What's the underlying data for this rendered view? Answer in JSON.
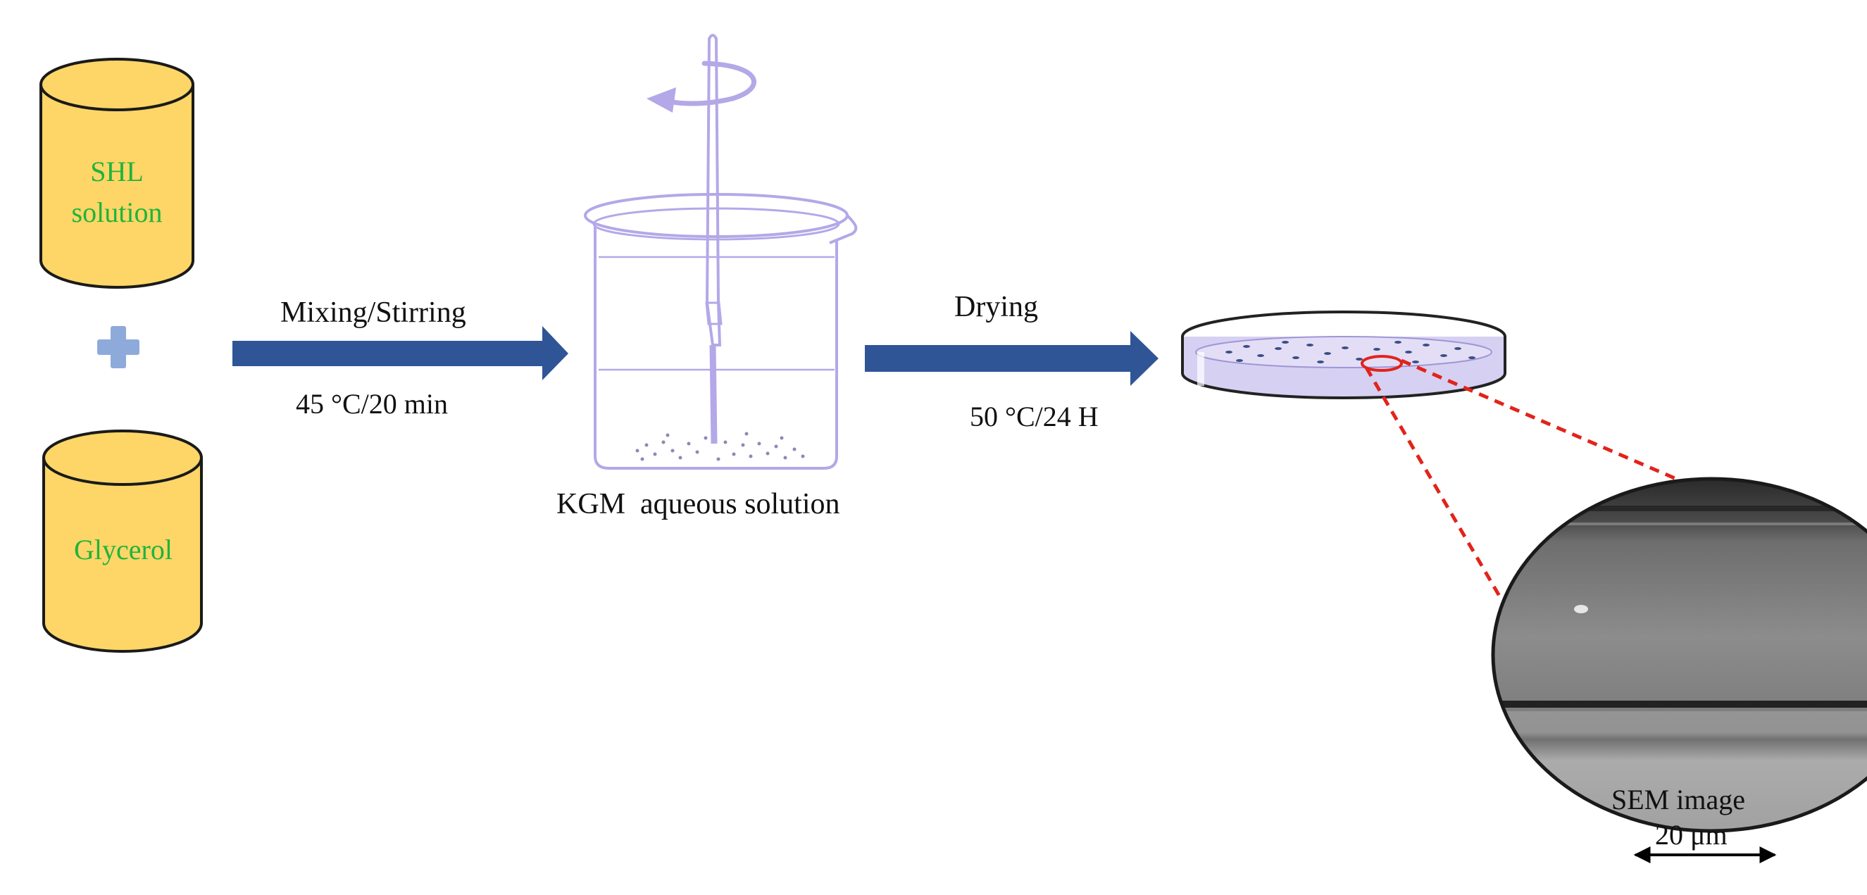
{
  "colors": {
    "background": "#ffffff",
    "cylinder_fill": "#fdd667",
    "cylinder_stroke": "#1a1a1a",
    "cylinder_text": "#1fb43c",
    "plus": "#8eaadb",
    "arrow": "#2f5597",
    "glassware": "#b4a8e8",
    "solution_fill": "#d6d0f2",
    "particles": "#3b4f86",
    "callout": "#e2231a"
  },
  "ingredients": [
    {
      "name": "shl-solution",
      "lines": [
        "SHL",
        "solution"
      ]
    },
    {
      "name": "glycerol",
      "lines": [
        "Glycerol"
      ]
    }
  ],
  "plus_icon": "plus-icon",
  "steps": [
    {
      "label": "Mixing/Stirring",
      "condition": "45 °C/20 min"
    },
    {
      "label": "Drying",
      "condition": "50 °C/24 H"
    }
  ],
  "beaker": {
    "caption": "KGM  aqueous solution",
    "icons": [
      "beaker-icon",
      "stirring-rod-icon",
      "rotation-arrow-icon"
    ]
  },
  "petri_dish": {
    "icon": "petri-dish-icon"
  },
  "sem": {
    "caption": "SEM image",
    "scale_bar": "20 μm",
    "icon": "sem-micrograph-icon"
  }
}
